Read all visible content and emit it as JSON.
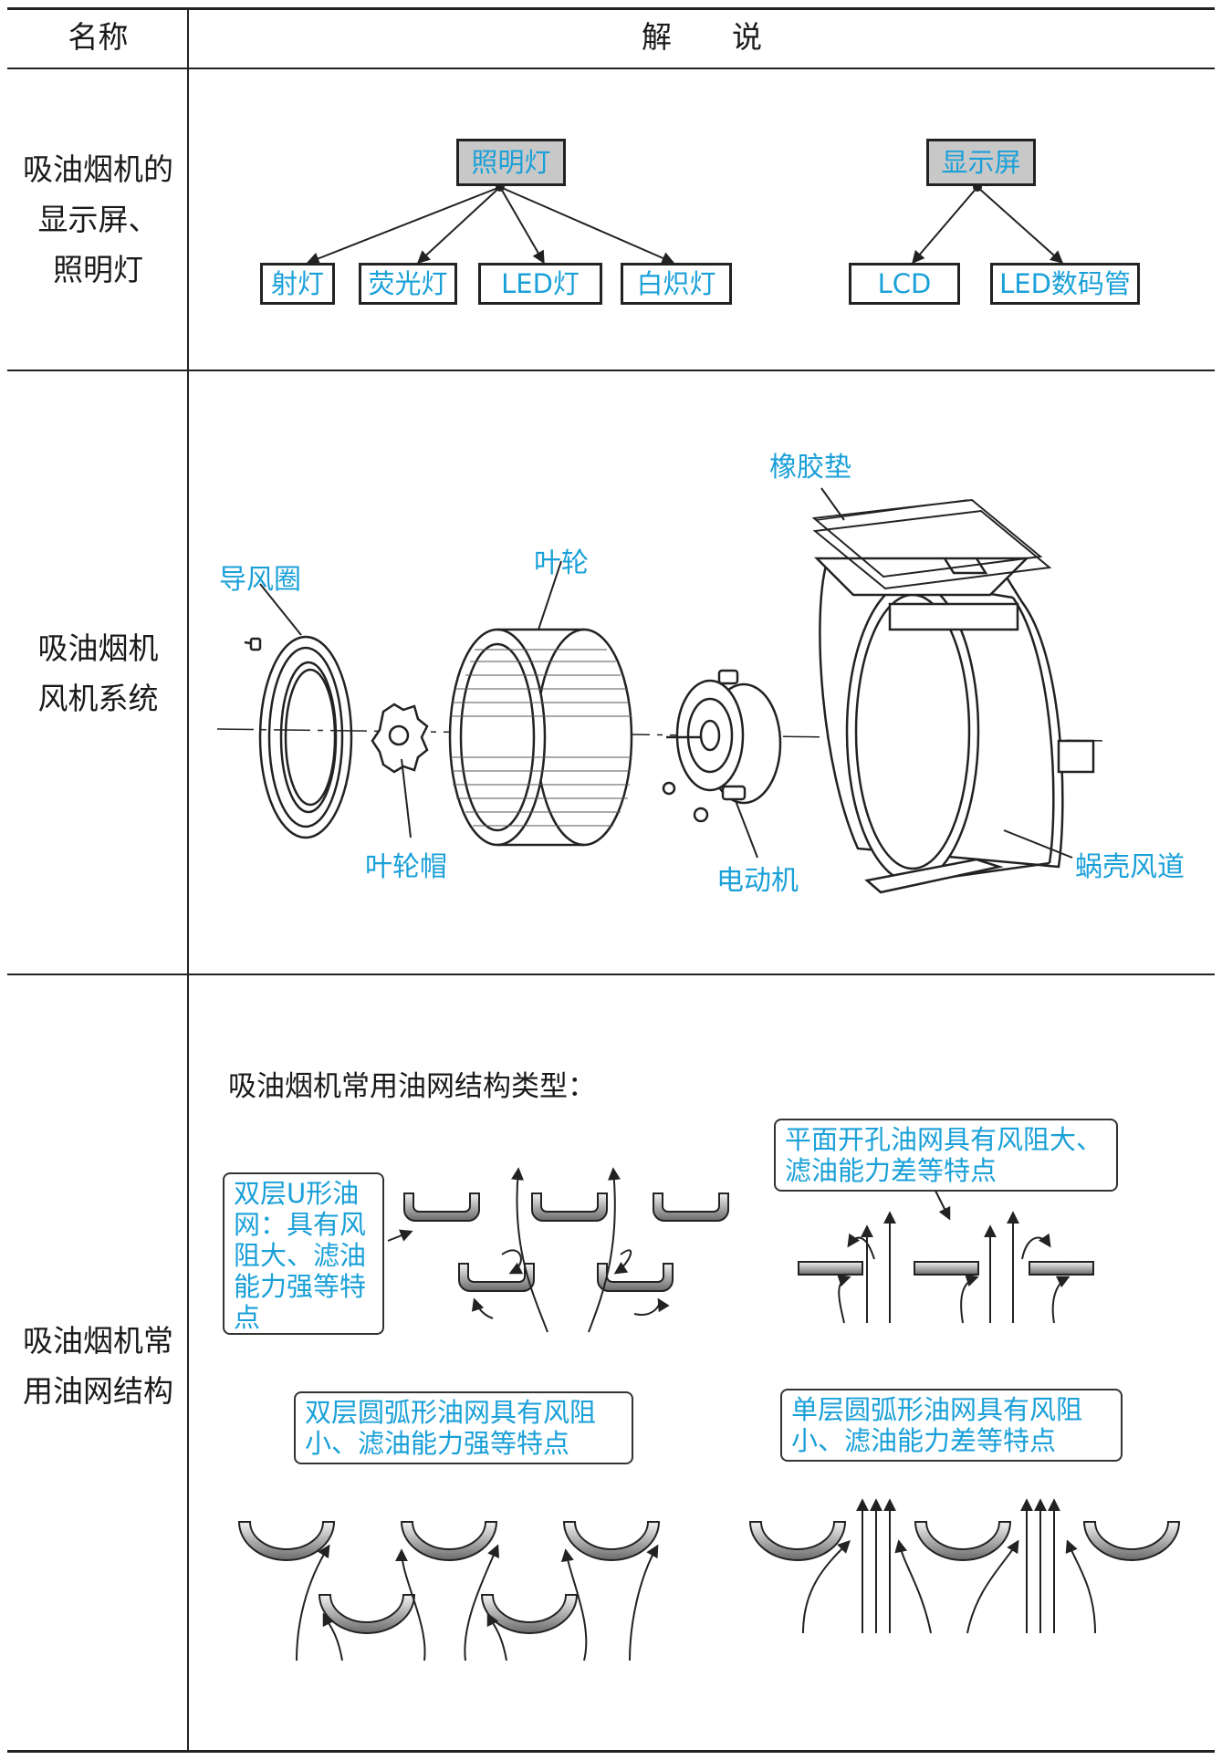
{
  "header": {
    "col1": "名称",
    "col2": "解　　说"
  },
  "rows": [
    {
      "name": [
        "吸油烟机的",
        "显示屏、",
        "照明灯"
      ]
    },
    {
      "name": [
        "吸油烟机",
        "风机系统"
      ]
    },
    {
      "name": [
        "吸油烟机常",
        "用油网结构"
      ]
    }
  ],
  "lighting": {
    "root": "照明灯",
    "children": [
      "射灯",
      "荧光灯",
      "LED灯",
      "白炽灯"
    ]
  },
  "display": {
    "root": "显示屏",
    "children": [
      "LCD",
      "LED数码管"
    ]
  },
  "fan": {
    "labels": {
      "guide_ring": "导风圈",
      "impeller": "叶轮",
      "rubber_pad": "橡胶垫",
      "impeller_cap": "叶轮帽",
      "motor": "电动机",
      "volute_duct": "蜗壳风道"
    }
  },
  "filters": {
    "intro": "吸油烟机常用油网结构类型：",
    "u_shape": [
      "双层U形油",
      "网：具有风",
      "阻大、滤油",
      "能力强等特",
      "点"
    ],
    "flat": [
      "平面开孔油网具有风阻大、",
      "滤油能力差等特点"
    ],
    "double_arc": [
      "双层圆弧形油网具有风阻",
      "小、滤油能力强等特点"
    ],
    "single_arc": [
      "单层圆弧形油网具有风阻",
      "小、滤油能力差等特点"
    ]
  },
  "colors": {
    "accent": "#1aa0d8",
    "box_fill": "#c8c8c8"
  }
}
